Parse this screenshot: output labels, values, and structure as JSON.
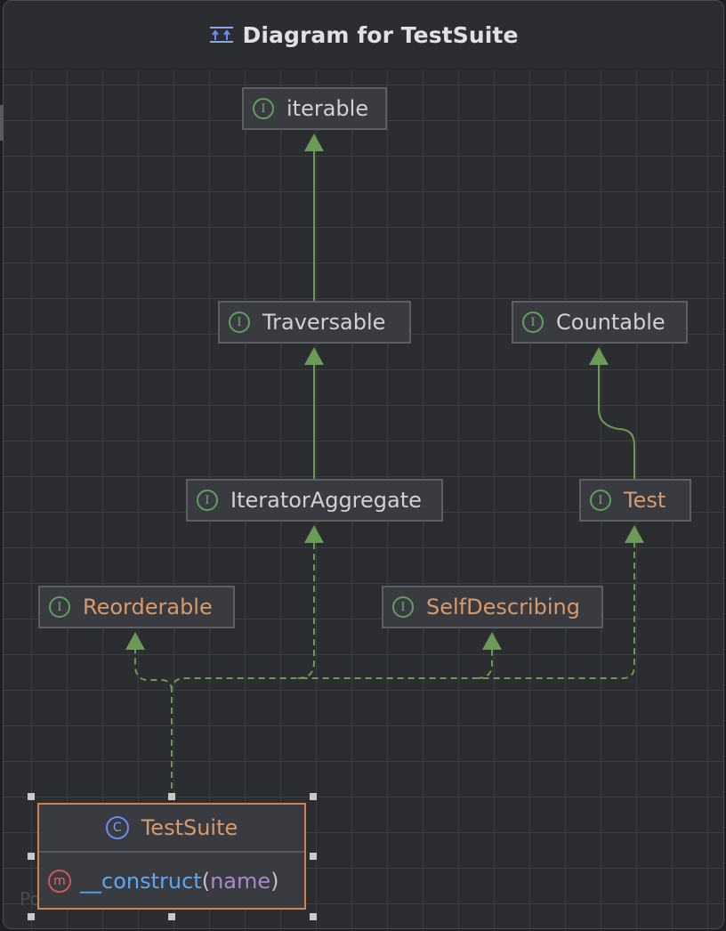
{
  "window": {
    "title": "Diagram for TestSuite",
    "title_icon": "diagram-icon"
  },
  "nodes": {
    "iterable": "iterable",
    "traversable": "Traversable",
    "countable": "Countable",
    "iterator_aggregate": "IteratorAggregate",
    "test": "Test",
    "reorderable": "Reorderable",
    "self_describing": "SelfDescribing"
  },
  "interface_badge": "I",
  "class_node": {
    "badge": "C",
    "name": "TestSuite",
    "method_badge": "m",
    "method_name": "__construct",
    "open_paren": "(",
    "param": "name",
    "close_paren": ")"
  },
  "colors": {
    "edge": "#6a9b55",
    "interface_badge": "#5fa05f",
    "class_badge": "#6b8cf0",
    "method_badge": "#d05555",
    "selected_border": "#d2834b",
    "orange_label": "#d89a6a"
  }
}
